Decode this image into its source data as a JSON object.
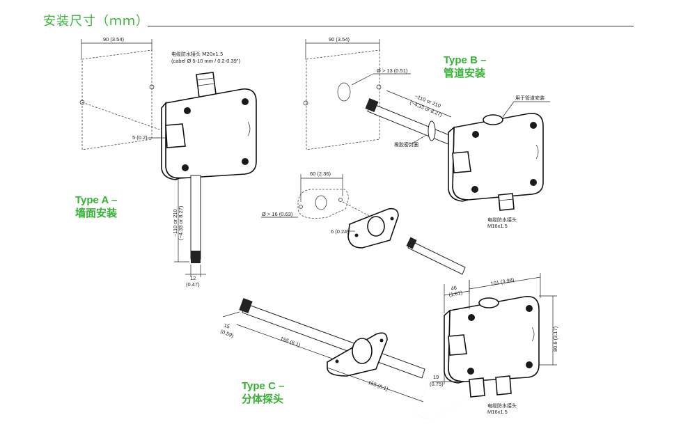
{
  "title": "安装尺寸（ｍｍ）",
  "type_a": {
    "label_line1": "Type A –",
    "label_line2": "墙面安装"
  },
  "type_b": {
    "label_line1": "Type B –",
    "label_line2": "管道安装"
  },
  "type_c": {
    "label_line1": "Type C –",
    "label_line2": "分体探头"
  },
  "dims": {
    "a_width": "90 (3.54)",
    "a_gland_line1": "电缆防水接头 M20x1.5",
    "a_gland_line2": "(cabel Ø 5-10 mm / 0.2-0.39\")",
    "a_hole": "5 (0.2)",
    "a_probe_len_line1": "~110 or 210",
    "a_probe_len_line2": "(~4.33 or 8.27)",
    "a_probe_dia_line1": "12",
    "a_probe_dia_line2": "(0.47)",
    "b_width": "90 (3.54)",
    "b_hole": "Ø > 13 (0.51)",
    "b_probe_len_line1": "~110 or 210",
    "b_probe_len_line2": "(~4.33 or 8.27)",
    "b_duct_mount": "用于管道安装",
    "b_seal": "橡胶密封圈",
    "b_gland_line1": "电缆防水接头",
    "b_gland_line2": "M16x1.5",
    "flange_width": "60 (2.36)",
    "flange_hole": "Ø > 16 (0.63)",
    "flange_screw": "6 (0.24)",
    "c_depth_line1": "46",
    "c_depth_line2": "(1.81)",
    "c_width": "101 (3.98)",
    "c_height": "80.6 (3.17)",
    "c_gland_off_line1": "19",
    "c_gland_off_line2": "(0.75)",
    "c_gland_line1": "电缆防水接头",
    "c_gland_line2": "M16x1.5",
    "c_tip_line1": "15",
    "c_tip_line2": "(0.59)",
    "c_len1": "155 (6.1)",
    "c_len2": "155 (6.1)"
  },
  "colors": {
    "accent": "#33b233",
    "ink": "#111111"
  }
}
